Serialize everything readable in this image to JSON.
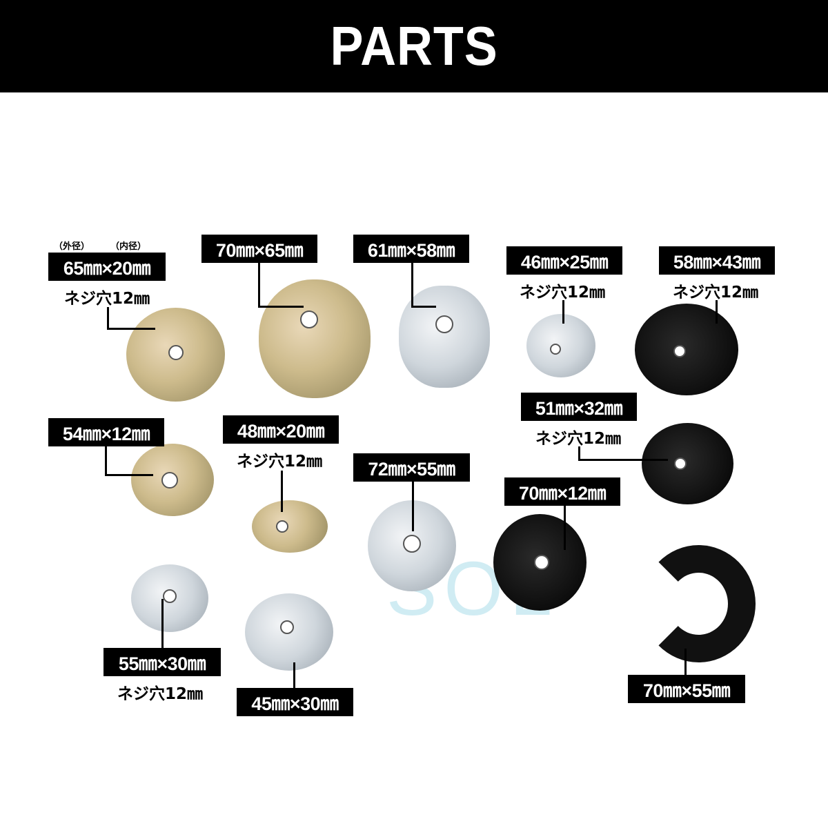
{
  "header": {
    "title": "PARTS"
  },
  "notes": {
    "outer": "（外径）",
    "inner": "（内径）"
  },
  "parts": [
    {
      "size": "65㎜×20㎜",
      "thread": "ネジ穴12㎜",
      "finish": "gold"
    },
    {
      "size": "70㎜×65㎜",
      "finish": "gold"
    },
    {
      "size": "61㎜×58㎜",
      "finish": "silver"
    },
    {
      "size": "46㎜×25㎜",
      "thread": "ネジ穴12㎜",
      "finish": "silver"
    },
    {
      "size": "58㎜×43㎜",
      "thread": "ネジ穴12㎜",
      "finish": "black"
    },
    {
      "size": "54㎜×12㎜",
      "finish": "gold"
    },
    {
      "size": "48㎜×20㎜",
      "thread": "ネジ穴12㎜",
      "finish": "gold"
    },
    {
      "size": "72㎜×55㎜",
      "finish": "silver"
    },
    {
      "size": "51㎜×32㎜",
      "thread": "ネジ穴12㎜",
      "finish": "black"
    },
    {
      "size": "70㎜×12㎜",
      "finish": "black"
    },
    {
      "size": "55㎜×30㎜",
      "thread": "ネジ穴12㎜",
      "finish": "silver"
    },
    {
      "size": "45㎜×30㎜",
      "finish": "silver"
    },
    {
      "size": "70㎜×55㎜",
      "finish": "black"
    }
  ],
  "watermark": "SOL"
}
